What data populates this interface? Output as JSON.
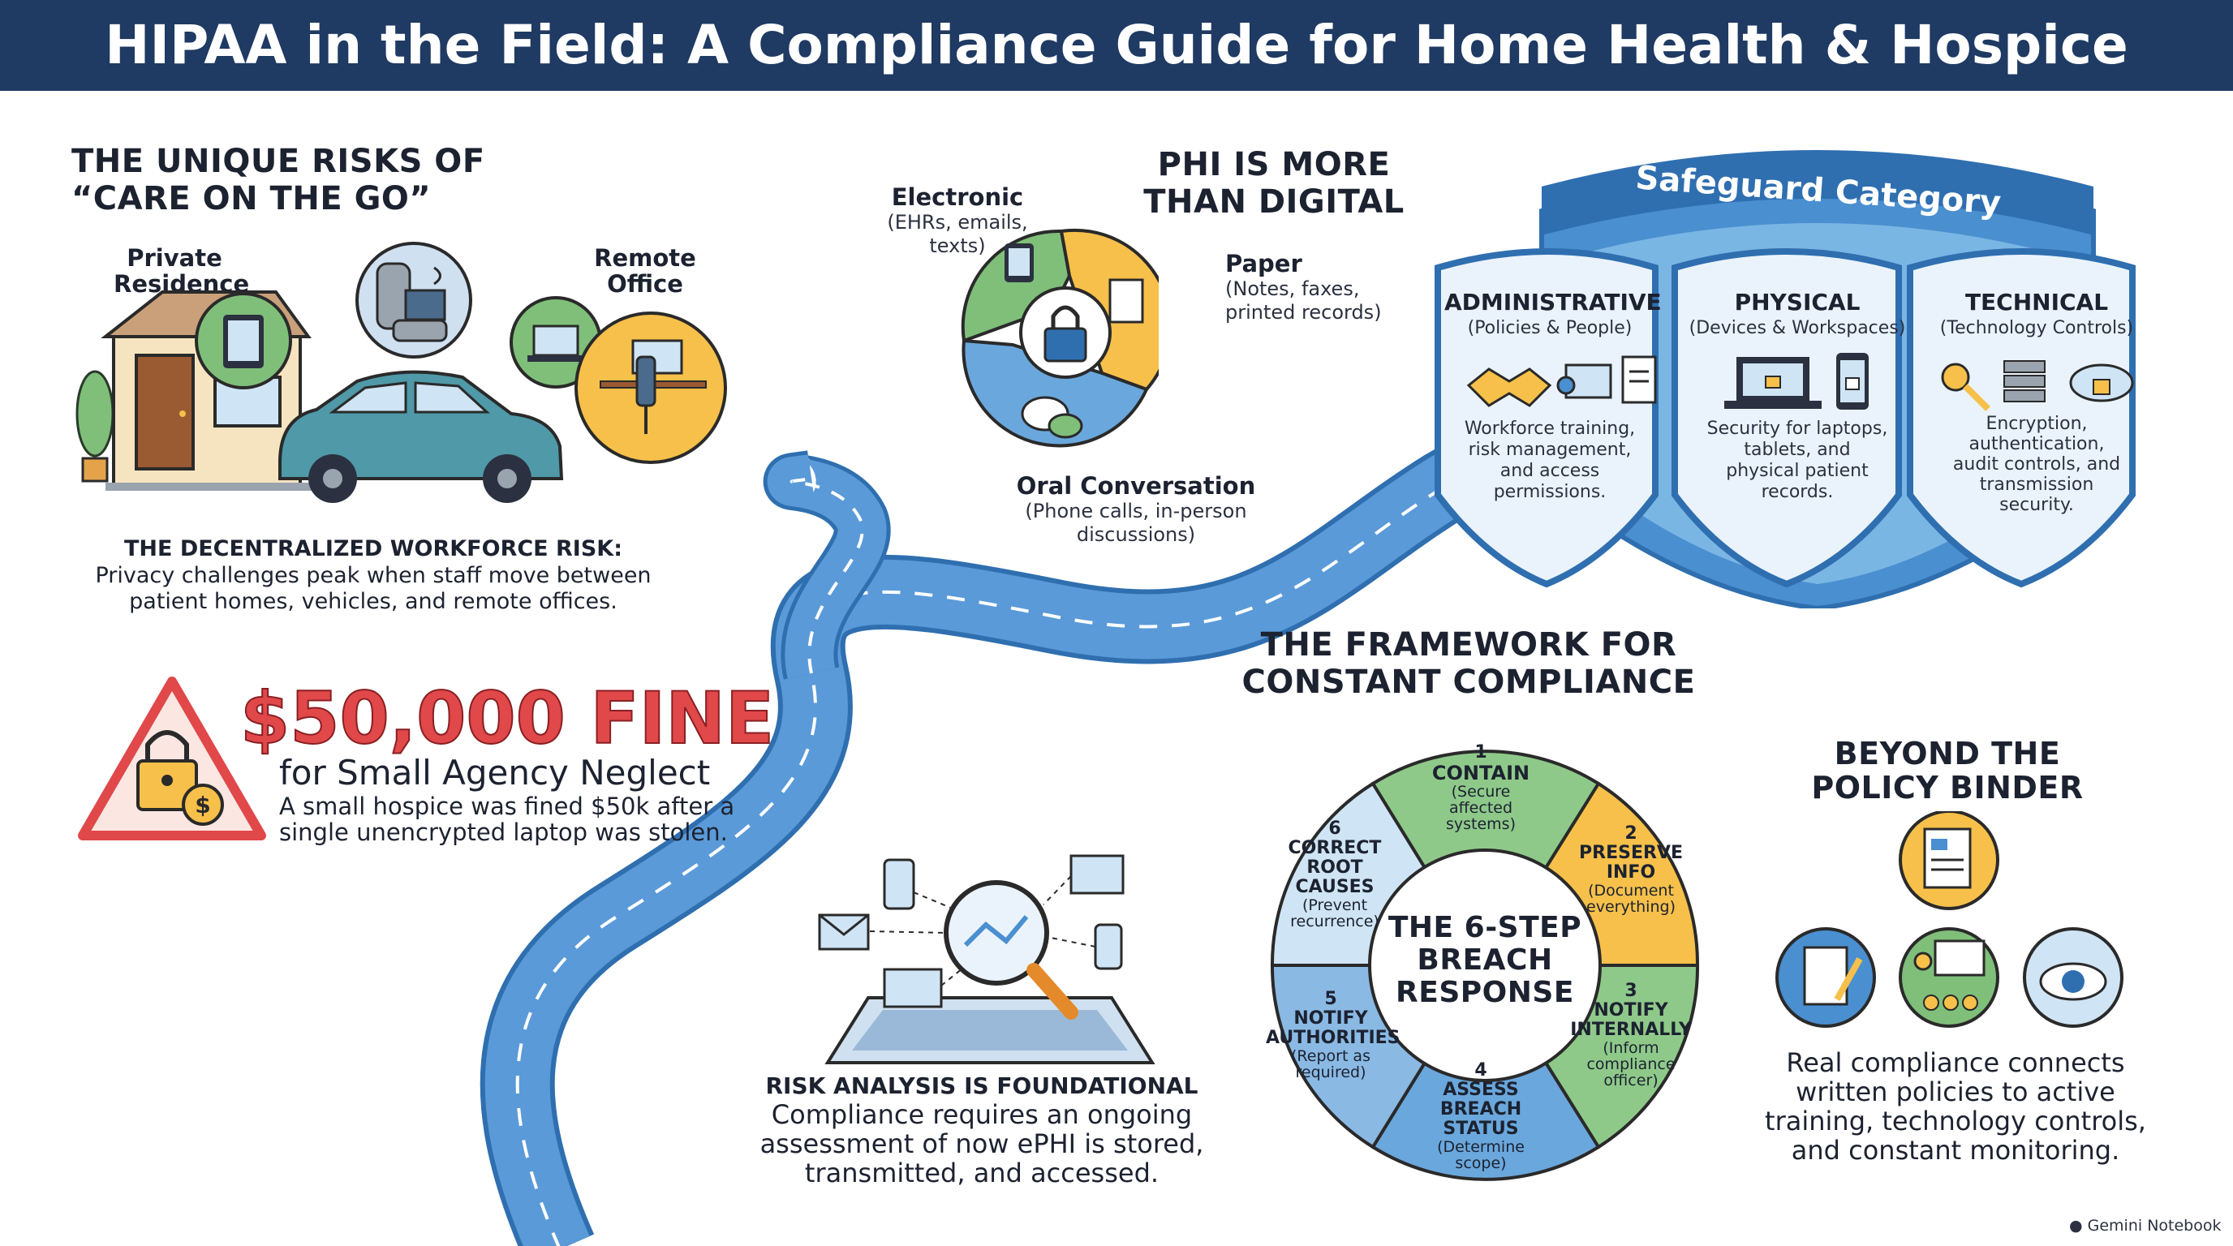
{
  "header": {
    "title": "HIPAA in the Field: A Compliance Guide for Home Health & Hospice"
  },
  "risks": {
    "heading_line1": "THE UNIQUE RISKS OF",
    "heading_line2": "“CARE ON THE GO”",
    "location1_line1": "Private",
    "location1_line2": "Residence",
    "location2_line1": "Remote",
    "location2_line2": "Office",
    "workforce_title": "THE DECENTRALIZED WORKFORCE RISK:",
    "workforce_line1": "Privacy challenges peak when staff move between",
    "workforce_line2": "patient homes, vehicles, and remote offices."
  },
  "fine": {
    "amount": "$50,000 FINE",
    "subtitle": "for Small Agency Neglect",
    "desc_line1": "A small hospice was fined $50k after a",
    "desc_line2": "single unencrypted laptop was stolen."
  },
  "phi": {
    "heading_line1": "PHI IS MORE",
    "heading_line2": "THAN DIGITAL",
    "electronic_title": "Electronic",
    "electronic_sub1": "(EHRs, emails,",
    "electronic_sub2": "texts)",
    "paper_title": "Paper",
    "paper_sub1": "(Notes, faxes,",
    "paper_sub2": "printed records)",
    "oral_title": "Oral Conversation",
    "oral_sub1": "(Phone calls, in-person",
    "oral_sub2": "discussions)"
  },
  "safeguards": {
    "banner": "Safeguard Category",
    "items": [
      {
        "title": "ADMINISTRATIVE",
        "sub": "(Policies & People)",
        "desc": [
          "Workforce training,",
          "risk management,",
          "and access",
          "permissions."
        ]
      },
      {
        "title": "PHYSICAL",
        "sub": "(Devices & Workspaces)",
        "desc": [
          "Security for laptops,",
          "tablets, and",
          "physical patient",
          "records."
        ]
      },
      {
        "title": "TECHNICAL",
        "sub": "(Technology Controls)",
        "desc": [
          "Encryption,",
          "authentication,",
          "audit controls, and",
          "transmission",
          "security."
        ]
      }
    ]
  },
  "framework": {
    "heading_line1": "THE FRAMEWORK FOR",
    "heading_line2": "CONSTANT COMPLIANCE",
    "center_line1": "THE 6-STEP",
    "center_line2": "BREACH",
    "center_line3": "RESPONSE",
    "steps": [
      {
        "num": "1",
        "title": [
          "CONTAIN"
        ],
        "desc": [
          "(Secure",
          "affected",
          "systems)"
        ]
      },
      {
        "num": "2",
        "title": [
          "PRESERVE",
          "INFO"
        ],
        "desc": [
          "(Document",
          "everything)"
        ]
      },
      {
        "num": "3",
        "title": [
          "NOTIFY",
          "INTERNALLY"
        ],
        "desc": [
          "(Inform",
          "compliance",
          "officer)"
        ]
      },
      {
        "num": "4",
        "title": [
          "ASSESS",
          "BREACH",
          "STATUS"
        ],
        "desc": [
          "(Determine",
          "scope)"
        ]
      },
      {
        "num": "5",
        "title": [
          "NOTIFY",
          "AUTHORITIES"
        ],
        "desc": [
          "(Report as",
          "required)"
        ]
      },
      {
        "num": "6",
        "title": [
          "CORRECT",
          "ROOT CAUSES"
        ],
        "desc": [
          "(Prevent",
          "recurrence)"
        ]
      }
    ]
  },
  "risk_analysis": {
    "title": "RISK ANALYSIS IS FOUNDATIONAL",
    "line1": "Compliance requires an ongoing",
    "line2": "assessment of now ePHI is stored,",
    "line3": "transmitted, and accessed."
  },
  "beyond": {
    "heading_line1": "BEYOND THE",
    "heading_line2": "POLICY BINDER",
    "line1": "Real compliance connects",
    "line2": "written policies to active",
    "line3": "training, technology controls,",
    "line4": "and constant monitoring."
  },
  "footer": {
    "brand": "Gemini Notebook"
  },
  "colors": {
    "navy": "#1f3a63",
    "road": "#4a8fd0",
    "green": "#7fbf7a",
    "yellow": "#f6c04a",
    "blue": "#6aa7dc",
    "red": "#e0484a"
  }
}
